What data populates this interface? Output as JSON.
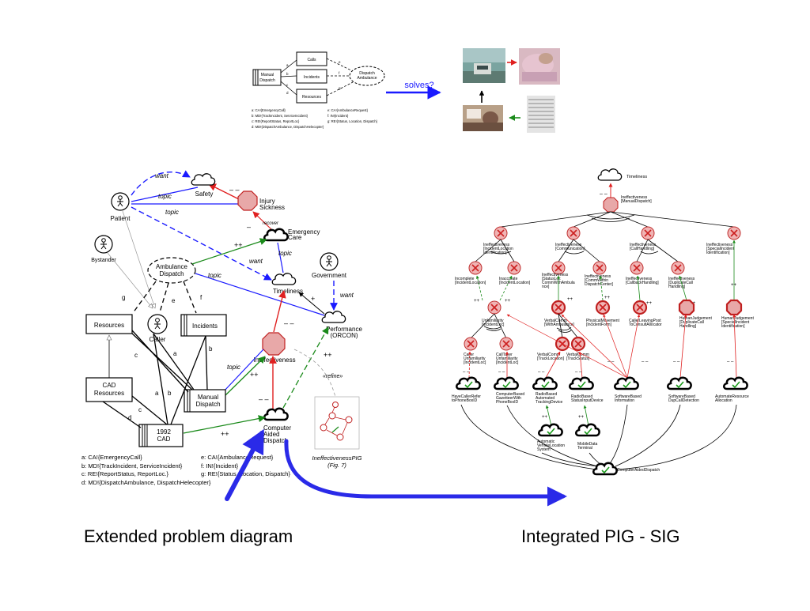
{
  "captions": {
    "left": "Extended problem diagram",
    "right": "Integrated PIG - SIG"
  },
  "colors": {
    "blue": "#1a1aff",
    "blue_dark": "#0000cc",
    "green": "#1a8a1a",
    "red": "#e02020",
    "pink_fill": "#e8a8a8",
    "x_fill": "#f0b4b4",
    "x_mark": "#cc2020",
    "check": "#1a9a1a"
  },
  "top_diagram": {
    "boxes": [
      "Calls",
      "Incidents",
      "Resources"
    ],
    "domain": [
      "Manual",
      "Dispatch"
    ],
    "requirement": [
      "Dispatch",
      "Ambulance"
    ],
    "letters": [
      "a",
      "b",
      "c",
      "d",
      "e",
      "f",
      "g"
    ],
    "legend_left": [
      "a: CA!{EmergencyCall}",
      "b: MD!{TrackIncident, ServiceIncident}",
      "c: RE!{ReportStatus, ReportLoc}",
      "d: MD!{DispatchAmbulance, DispatchHelecopter}"
    ],
    "legend_right": [
      "e: CA!{AmbulanceRequest}",
      "f: IN!{Incident}",
      "g: RE!{Status, Location, Dispatch}"
    ],
    "solves_label": "solves?"
  },
  "problem_diagram": {
    "labels": {
      "want1": "want",
      "want2": "want",
      "want3": "want",
      "topic1": "topic",
      "topic2": "topic",
      "topic3": "topic",
      "topic4": "topic",
      "topic5": "topic",
      "recover": "recover",
      "refine": "«refine»"
    },
    "actors": {
      "patient": "Patient",
      "bystander": "Bystander",
      "caller": "Caller",
      "government": "Government"
    },
    "softgoals": {
      "safety": "Safety",
      "emergency": [
        "Emergency",
        "Care"
      ],
      "timeliness": "Timeliness",
      "performance": [
        "Performance",
        "(ORCON)"
      ],
      "cad": [
        "Computer",
        "Aided",
        "Dispatch"
      ]
    },
    "octagons": {
      "injury": [
        "Injury",
        "Sickness"
      ],
      "ineffectiveness": "Ineffectiveness"
    },
    "requirement": [
      "Ambulance",
      "Dispatch"
    ],
    "domains": {
      "resources": "Resources",
      "incidents": "Incidents",
      "cad_resources": [
        "CAD",
        "Resources"
      ],
      "manual": [
        "Manual",
        "Dispatch"
      ],
      "cad1992": [
        "1992",
        "CAD"
      ]
    },
    "contrib": {
      "minus_minus_injury": "– –",
      "minus_recover": "–",
      "pp_emergency": "++",
      "plus_timeliness": "+",
      "minus_minus_ineff": "– –",
      "pp_perf": "++",
      "pp_manual": "++",
      "minus_minus_cad": "– –",
      "pp_cad1992": "++"
    },
    "edge_letters": [
      "g",
      "e",
      "f",
      "c",
      "a",
      "b",
      "a",
      "b",
      "c",
      "d"
    ],
    "pig_thumb": [
      "IneffectivenessPIG",
      "(Fig. 7)"
    ],
    "legend_left": [
      "a: CA!{EmergencyCall}",
      "b: MD!{TrackIncident, ServiceIncident}",
      "c: RE!{ReportStatus, ReportLoc.}",
      "d: MD!{DispatchAmbulance, DispatchHelecopter}"
    ],
    "legend_right": [
      "e: CA!{AmbulanceRequest}",
      "f: IN!{Incident}",
      "g: RE!{Status, Location, Dispatch}"
    ]
  },
  "sig": {
    "top": "Timeliness",
    "top_contrib": "– –",
    "root": [
      "Ineffectiveness",
      "[ManualDispatch]"
    ],
    "l2": [
      [
        "Ineffectiveness",
        "[IncidentLocation",
        "Identification]"
      ],
      [
        "Ineffectiveness",
        "[Communication]"
      ],
      [
        "Ineffectiveness",
        "[CallHandling]"
      ],
      [
        "Ineffectiveness",
        "[SpecialIncident",
        "Identification]"
      ]
    ],
    "l3": [
      [
        "Incomplete",
        "[IncidentLocation]"
      ],
      [
        "Inaccurate",
        "[IncidentLocation]"
      ],
      [
        "Ineffectiveness",
        "[StatusLoc",
        "CommWithAmbula",
        "nce]"
      ],
      [
        "Ineffectiveness",
        "[CommWithin",
        "DispatchCenter]"
      ],
      [
        "Ineffectiveness",
        "[CallbackHandling]"
      ],
      [
        "Ineffectiveness",
        "[DuplicateCall",
        "Handling]"
      ]
    ],
    "l4": [
      [
        "Unfamiliarity",
        "[IncidentLoc]"
      ],
      [
        "VerbalComm",
        "[WithAmbulance]"
      ],
      [
        "PhysicalMovement",
        "[IncidentForm]"
      ],
      [
        "CallerLeavingPost",
        "ToConsultAllocator"
      ],
      [
        "HumanJudgement",
        "[DuplicateCall",
        "Handling]"
      ],
      [
        "HumanJudgement",
        "[SpecialIncident",
        "Identification]"
      ]
    ],
    "l5": [
      [
        "Caller",
        "Unfamiliarity",
        "[IncidentLoc]"
      ],
      [
        "CallTaker",
        "Unfamiliarity",
        "[IncidentLoc]"
      ],
      [
        "VerbalComm",
        "[TrackLocation]"
      ],
      [
        "VerbalComm",
        "[TrackStatus]"
      ]
    ],
    "ops": [
      [
        "HaveCallerRefer",
        "toPhoneBoxID"
      ],
      [
        "ComputerBased",
        "GazetteerWith",
        "PhoneBoxID"
      ],
      [
        "RadioBased",
        "Automated",
        "TrackingDevice"
      ],
      [
        "RadioBased",
        "StatusInputDevice"
      ],
      [
        "SoftwareBased",
        "Information"
      ],
      [
        "SoftwareBased",
        "DupCallDetection"
      ],
      [
        "AutomateResource",
        "Allocation"
      ]
    ],
    "ops2": [
      [
        "Automatic",
        "VehicleLocation",
        "System"
      ],
      [
        "MobileData",
        "Terminal"
      ]
    ],
    "bottom": "ComputerAidedDispatch",
    "marks": {
      "pp": "++",
      "mm": "– –"
    }
  }
}
